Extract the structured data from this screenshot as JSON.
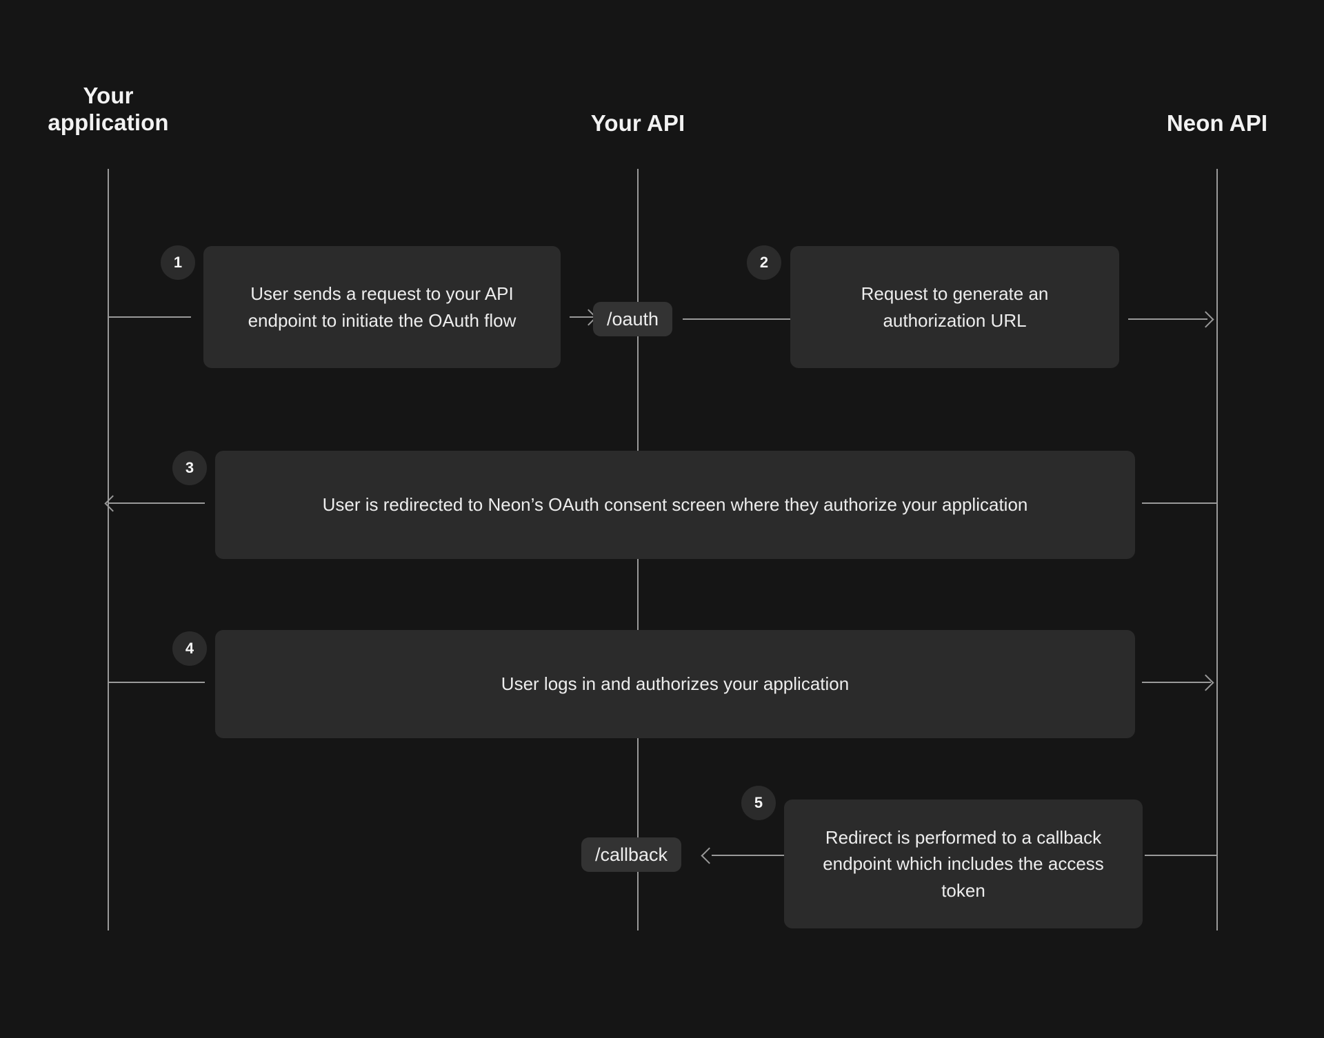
{
  "diagram": {
    "title": "Neon OAuth flow sequence diagram",
    "background_color": "#151515",
    "box_color": "#2b2b2b",
    "chip_color": "#333333",
    "line_color": "#9a9a9a",
    "text_color": "#ededed"
  },
  "lanes": [
    {
      "id": "your-application",
      "label": "Your\napplication"
    },
    {
      "id": "your-api",
      "label": "Your API"
    },
    {
      "id": "neon-api",
      "label": "Neon API"
    }
  ],
  "steps": [
    {
      "number": "1",
      "text": "User sends a request to your API endpoint to initiate the OAuth flow",
      "from": "your-application",
      "to": "your-api",
      "direction": "right"
    },
    {
      "number": "2",
      "text": "Request to generate an authorization URL",
      "from": "your-api",
      "to": "neon-api",
      "direction": "right"
    },
    {
      "number": "3",
      "text": "User is redirected to Neon’s OAuth consent screen where they authorize your application",
      "from": "neon-api",
      "to": "your-application",
      "direction": "left"
    },
    {
      "number": "4",
      "text": "User logs in and authorizes your application",
      "from": "your-application",
      "to": "neon-api",
      "direction": "right"
    },
    {
      "number": "5",
      "text": "Redirect is performed to a callback endpoint which includes the access token",
      "from": "neon-api",
      "to": "your-api",
      "direction": "left"
    }
  ],
  "endpoints": [
    {
      "id": "oauth",
      "label": "/oauth"
    },
    {
      "id": "callback",
      "label": "/callback"
    }
  ]
}
